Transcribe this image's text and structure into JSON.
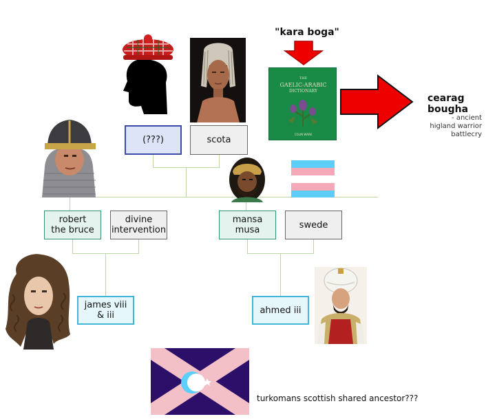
{
  "top_label": "\"kara boga\"",
  "book": {
    "title_line1": "THE",
    "title_line2": "GAELIC-ARABIC",
    "title_line3": "DICTIONARY",
    "author": "COLIN WARK"
  },
  "cry": {
    "word1": "cearag",
    "word2": "bougha",
    "note1": "- ancient",
    "note2": "higland warrior",
    "note3": "battlecry"
  },
  "boxes": {
    "unknown": "(???)",
    "scota": "scota",
    "robert_line1": "robert",
    "robert_line2": "the bruce",
    "divine_line1": "divine",
    "divine_line2": "intervention",
    "mansa_line1": "mansa",
    "mansa_line2": "musa",
    "swede": "swede",
    "james_line1": "james viii",
    "james_line2": "& iii",
    "ahmed": "ahmed iii"
  },
  "caption": "turkomans scottish shared ancestor???",
  "colors": {
    "line": "#b9d8a3",
    "blue_box_fill": "#dde4f8",
    "blue_box_border": "#3b4aa8",
    "grey_box_fill": "#efefef",
    "teal_box_fill": "#e4f3ee",
    "teal_box_border": "#2f8f73",
    "cyan_box_fill": "#e6f7fb",
    "cyan_box_border": "#42b4d6",
    "arrow_red": "#ee0000",
    "book_green": "#1a8a47"
  }
}
